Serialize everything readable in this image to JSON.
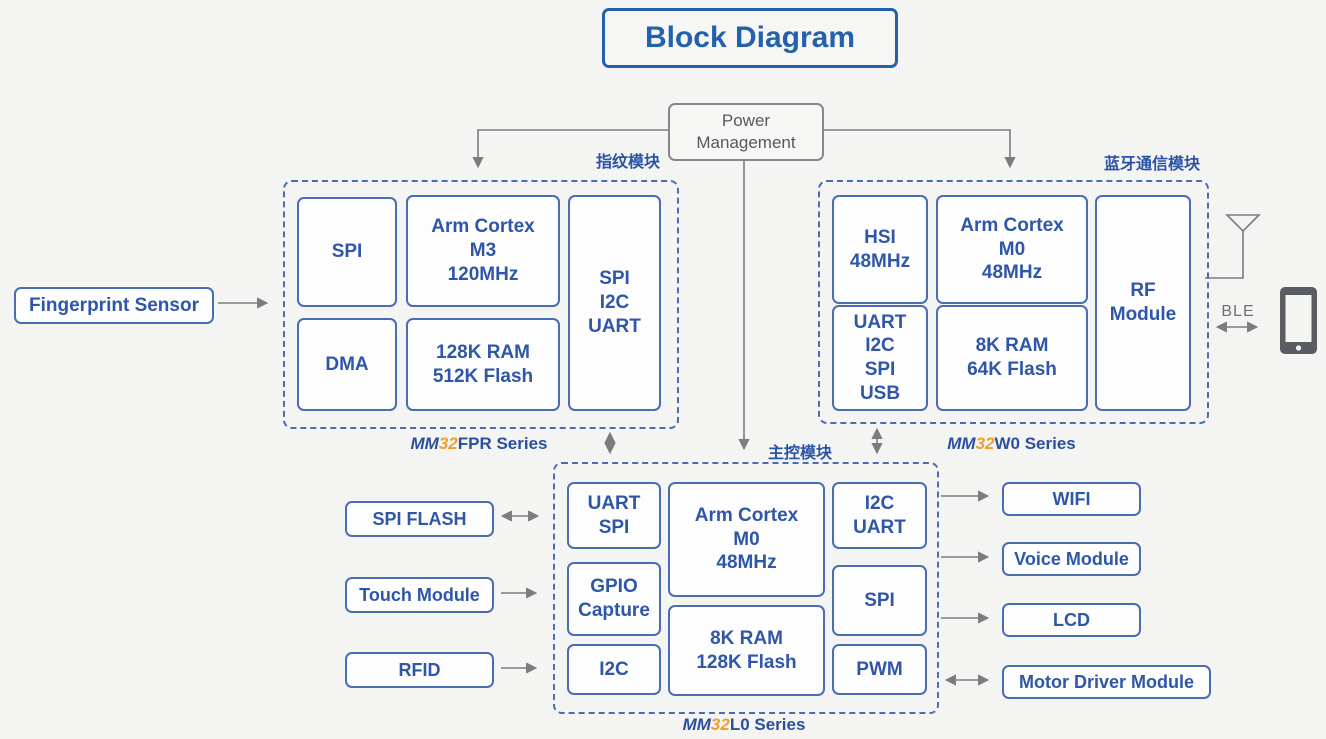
{
  "title": "Block Diagram",
  "power_management": "Power\nManagement",
  "inputs": {
    "fingerprint_sensor": "Fingerprint Sensor",
    "left_devices": [
      "SPI FLASH",
      "Touch Module",
      "RFID"
    ]
  },
  "outputs": {
    "right_devices": [
      "WIFI",
      "Voice Module",
      "LCD",
      "Motor Driver Module"
    ]
  },
  "wireless": {
    "ble_label": "BLE",
    "antenna_icon": "antenna",
    "phone_icon": "smartphone"
  },
  "modules": {
    "fpr": {
      "tag": "指纹模块",
      "series_prefix": "MM",
      "series_num": "32",
      "series_suffix": "FPR Series",
      "blocks": {
        "spi": "SPI",
        "cortex": "Arm Cortex\nM3\n120MHz",
        "dma": "DMA",
        "memory": "128K RAM\n512K Flash",
        "interfaces": "SPI\nI2C\nUART"
      }
    },
    "w0": {
      "tag": "蓝牙通信模块",
      "series_prefix": "MM",
      "series_num": "32",
      "series_suffix": "W0 Series",
      "blocks": {
        "hsi": "HSI\n48MHz",
        "cortex": "Arm Cortex\nM0\n48MHz",
        "interfaces": "UART\nI2C\nSPI\nUSB",
        "memory": "8K RAM\n64K Flash",
        "rf": "RF\nModule"
      }
    },
    "l0": {
      "tag": "主控模块",
      "series_prefix": "MM",
      "series_num": "32",
      "series_suffix": "L0 Series",
      "blocks": {
        "uart_spi": "UART\nSPI",
        "cortex": "Arm Cortex\nM0\n48MHz",
        "i2c_uart": "I2C\nUART",
        "gpio_capture": "GPIO\nCapture",
        "spi": "SPI",
        "memory": "8K RAM\n128K Flash",
        "i2c": "I2C",
        "pwm": "PWM"
      }
    }
  },
  "colors": {
    "block_border": "#4a6cb3",
    "block_text": "#2f56a8",
    "accent_orange": "#f09e2e",
    "title_blue": "#2360ae",
    "line_gray": "#7a7c7e",
    "background": "#f4f5f3"
  }
}
